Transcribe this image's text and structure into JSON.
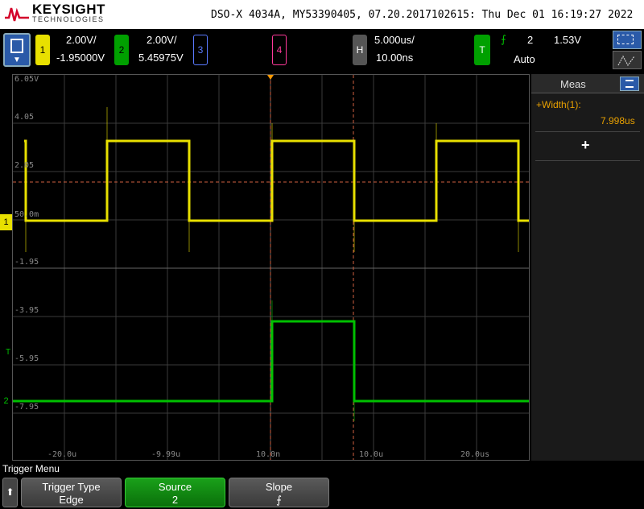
{
  "title_bar": {
    "brand": "KEYSIGHT",
    "brand_sub": "TECHNOLOGIES",
    "instrument": "DSO-X 4034A, MY53390405, 07.20.2017102615: Thu Dec 01 16:19:27 2022"
  },
  "channels": {
    "ch1": {
      "num": "1",
      "scale": "2.00V/",
      "offset": "-1.95000V",
      "color": "#e8e000"
    },
    "ch2": {
      "num": "2",
      "scale": "2.00V/",
      "offset": "5.45975V",
      "color": "#00c000"
    },
    "ch3": {
      "num": "3",
      "color": "#5a7aff"
    },
    "ch4": {
      "num": "4",
      "color": "#ff3a9a"
    }
  },
  "horizontal": {
    "key": "H",
    "timebase": "5.000us/",
    "delay": "10.00ns"
  },
  "trigger": {
    "key": "T",
    "edge_symbol": "⨍",
    "source": "2",
    "level": "1.53V",
    "mode": "Auto"
  },
  "screen": {
    "y_labels": [
      "6.05V",
      "4.05",
      "2.05",
      "50.0m",
      "-1.95",
      "-3.95",
      "-5.95",
      "-7.95"
    ],
    "x_labels": [
      "-20.0u",
      "-9.99u",
      "10.0n",
      "10.0u",
      "20.0us"
    ],
    "ch1_marker": "1",
    "ch2_marker": "2",
    "trig_marker": "T"
  },
  "meas_panel": {
    "title": "Meas",
    "item_label": "+Width(1):",
    "item_value": "7.998us",
    "add": "+"
  },
  "menu": {
    "title": "Trigger Menu",
    "back_arrow": "⬆",
    "softkeys": [
      {
        "label": "Trigger Type",
        "value": "Edge"
      },
      {
        "label": "Source",
        "value": "2"
      },
      {
        "label": "Slope",
        "value": "⨍"
      }
    ]
  }
}
